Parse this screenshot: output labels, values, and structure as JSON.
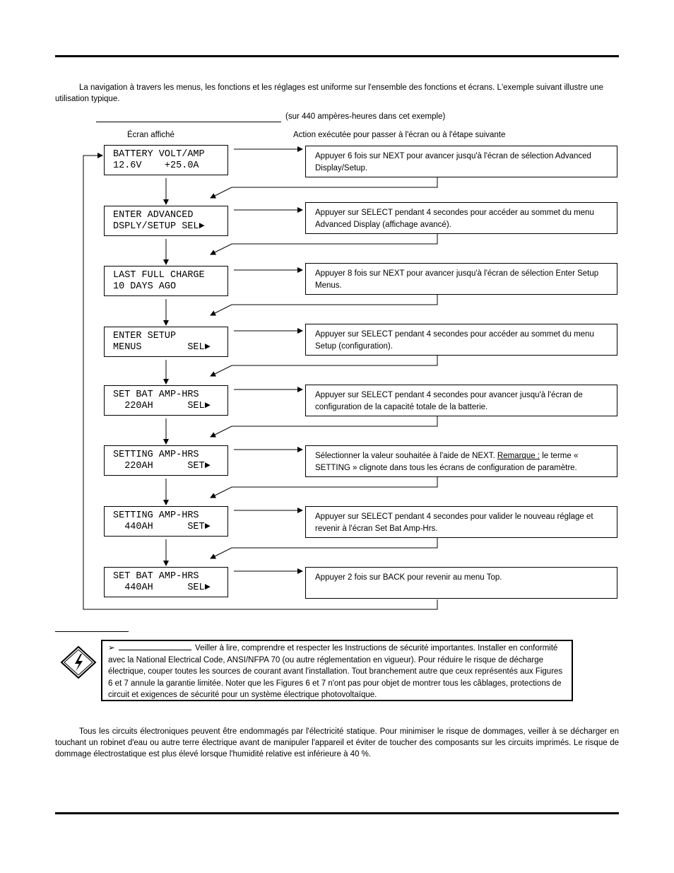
{
  "intro": "La navigation à travers les menus, les fonctions et les réglages est uniforme sur l'ensemble des fonctions et écrans. L'exemple suivant illustre une utilisation typique.",
  "example_note": "(sur 440 ampères-heures dans cet exemple)",
  "col_screen": "Écran affiché",
  "col_action": "Action exécutée pour passer à l'écran ou à l'étape suivante",
  "steps": [
    {
      "l1": "BATTERY VOLT/AMP",
      "l2": "12.6V    +25.0A",
      "action": "Appuyer 6 fois sur NEXT pour avancer jusqu'à l'écran de sélection Advanced Display/Setup."
    },
    {
      "l1": "ENTER ADVANCED",
      "l2": "DSPLY/SETUP SEL►",
      "action": "Appuyer sur SELECT pendant 4 secondes pour accéder au sommet du menu Advanced Display (affichage avancé)."
    },
    {
      "l1": "LAST FULL CHARGE",
      "l2": "10 DAYS AGO",
      "action": "Appuyer 8 fois sur NEXT pour avancer jusqu'à l'écran de sélection Enter Setup Menus."
    },
    {
      "l1": "ENTER SETUP",
      "l2": "MENUS        SEL►",
      "action": "Appuyer sur SELECT pendant 4 secondes pour accéder au sommet du menu Setup (configuration)."
    },
    {
      "l1": "SET BAT AMP-HRS",
      "l2": "  220AH      SEL►",
      "action": "Appuyer sur SELECT pendant 4 secondes pour avancer jusqu'à l'écran de configuration de la capacité totale de la batterie."
    },
    {
      "l1": "SETTING AMP-HRS",
      "l2": "  220AH      SET►",
      "action_a": "Sélectionner la valeur souhaitée à l'aide de NEXT. ",
      "action_b": "Remarque :",
      "action_c": " le terme « SETTING » clignote dans tous les écrans de configuration de paramètre."
    },
    {
      "l1": "SETTING AMP-HRS",
      "l2": "  440AH      SET►",
      "action": "Appuyer sur SELECT pendant 4 secondes pour valider le nouveau réglage et revenir à l'écran Set Bat Amp-Hrs."
    },
    {
      "l1": "SET BAT AMP-HRS",
      "l2": "  440AH      SEL►",
      "action": "Appuyer 2 fois sur BACK pour revenir au menu Top."
    }
  ],
  "warning": {
    "bullet": "➢",
    "text": "Veiller à lire, comprendre et respecter les Instructions de sécurité importantes. Installer en conformité avec la National Electrical Code, ANSI/NFPA 70 (ou autre réglementation en vigueur). Pour réduire le risque de décharge électrique, couper toutes les sources de courant avant l'installation. Tout branchement autre que ceux représentés aux Figures 6 et 7 annule la garantie limitée. Noter que les Figures 6 et 7 n'ont pas pour objet de montrer tous les câblages, protections de circuit et exigences de sécurité pour un système électrique photovoltaïque."
  },
  "static_note": "Tous les circuits électroniques peuvent être endommagés par l'électricité statique. Pour minimiser le risque de dommages, veiller à se décharger en touchant un robinet d'eau ou autre terre électrique avant de manipuler l'appareil et éviter de toucher des composants sur les circuits imprimés. Le risque de dommage électrostatique est plus élevé lorsque l'humidité relative est inférieure à 40 %."
}
